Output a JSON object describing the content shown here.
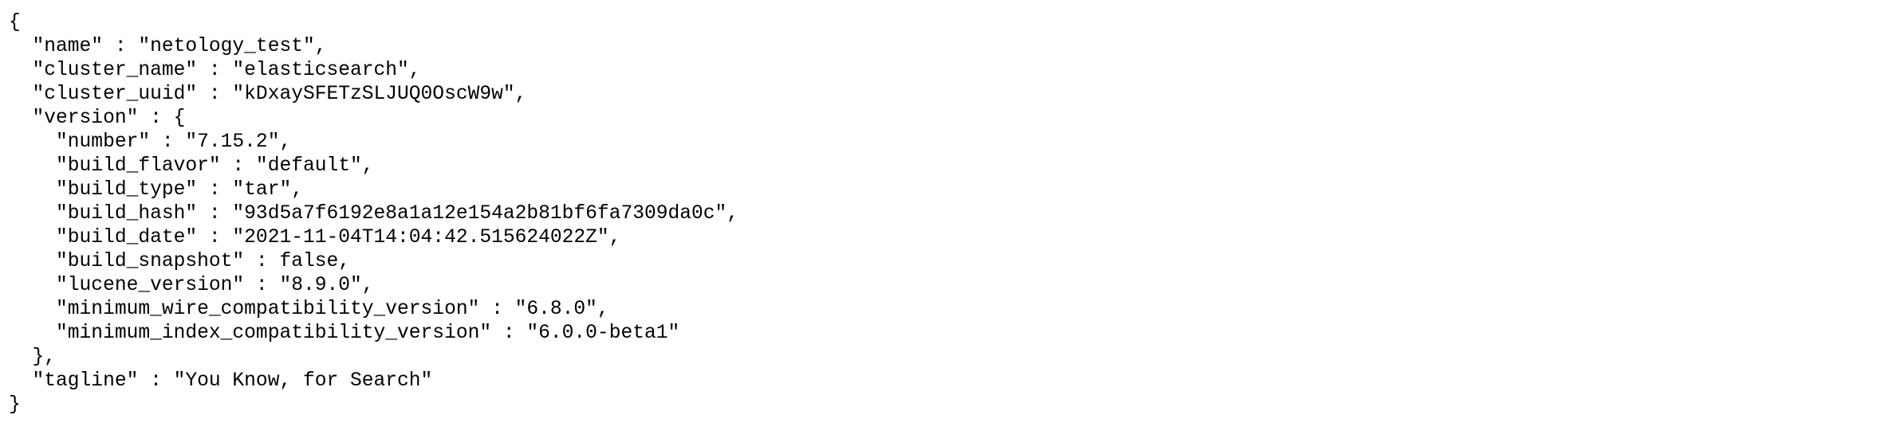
{
  "document": {
    "lines": [
      "{",
      "  \"name\" : \"netology_test\",",
      "  \"cluster_name\" : \"elasticsearch\",",
      "  \"cluster_uuid\" : \"kDxaySFETzSLJUQ0OscW9w\",",
      "  \"version\" : {",
      "    \"number\" : \"7.15.2\",",
      "    \"build_flavor\" : \"default\",",
      "    \"build_type\" : \"tar\",",
      "    \"build_hash\" : \"93d5a7f6192e8a1a12e154a2b81bf6fa7309da0c\",",
      "    \"build_date\" : \"2021-11-04T14:04:42.515624022Z\",",
      "    \"build_snapshot\" : false,",
      "    \"lucene_version\" : \"8.9.0\",",
      "    \"minimum_wire_compatibility_version\" : \"6.8.0\",",
      "    \"minimum_index_compatibility_version\" : \"6.0.0-beta1\"",
      "  },",
      "  \"tagline\" : \"You Know, for Search\"",
      "}"
    ]
  }
}
